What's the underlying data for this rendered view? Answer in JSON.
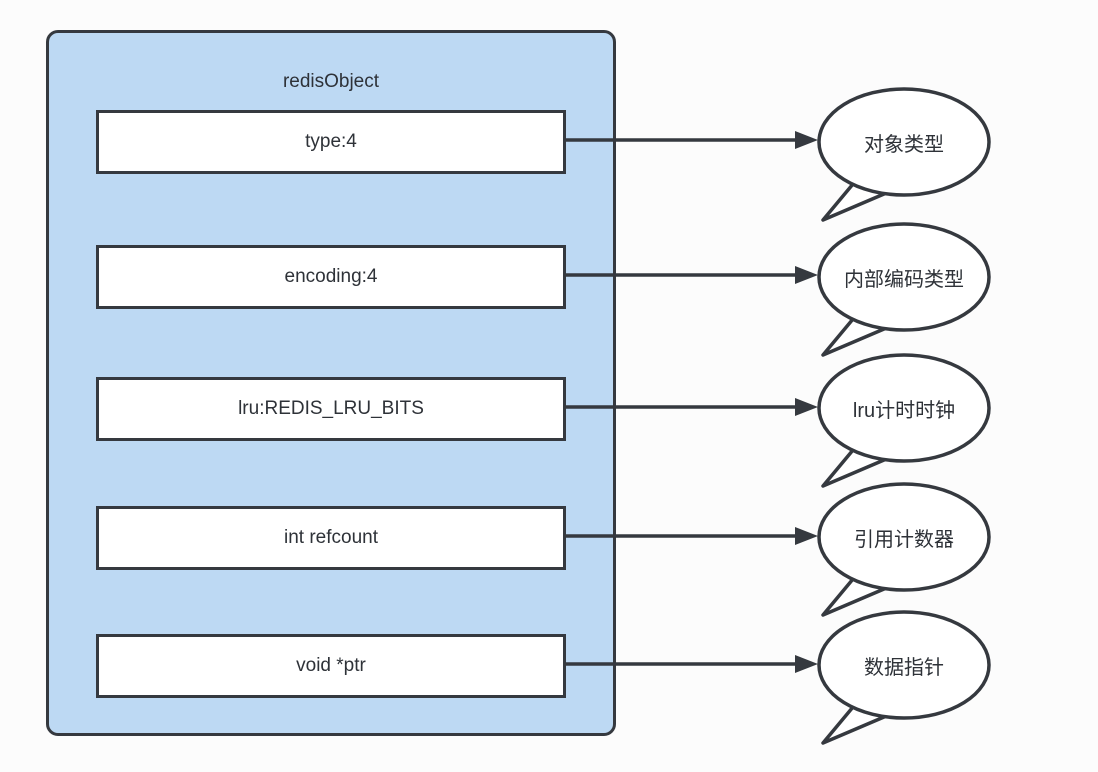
{
  "diagram": {
    "title": "redisObject",
    "fields": [
      {
        "label": "type:4",
        "annotation": "对象类型"
      },
      {
        "label": "encoding:4",
        "annotation": "内部编码类型"
      },
      {
        "label": "lru:REDIS_LRU_BITS",
        "annotation": "lru计时时钟"
      },
      {
        "label": "int refcount",
        "annotation": "引用计数器"
      },
      {
        "label": "void *ptr",
        "annotation": "数据指针"
      }
    ],
    "colors": {
      "panel_fill": "#bdd9f3",
      "stroke": "#35393f",
      "box_fill": "#ffffff",
      "background": "#fcfcfc"
    }
  }
}
